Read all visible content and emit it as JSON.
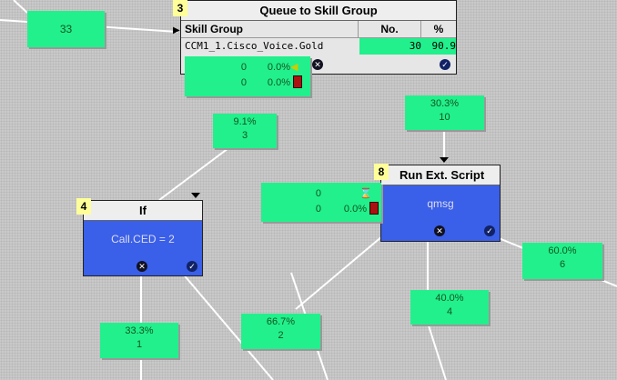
{
  "queue_node": {
    "number": "3",
    "title": "Queue to Skill Group",
    "col_skill": "Skill Group",
    "col_no": "No.",
    "col_pct": "%",
    "row_skill": "CCM1_1.Cisco_Voice.Gold",
    "row_no": "30",
    "row_pct": "90.9",
    "stat1_count": "0",
    "stat1_pct": "0.0%",
    "stat2_count": "0",
    "stat2_pct": "0.0%"
  },
  "if_node": {
    "number": "4",
    "title": "If",
    "expression": "Call.CED = 2"
  },
  "script_node": {
    "number": "8",
    "title": "Run Ext. Script",
    "script": "qmsg",
    "stat1_count": "0",
    "stat2_count": "0",
    "stat2_pct": "0.0%"
  },
  "labels": {
    "top_left": "33",
    "q_pct": "9.1%",
    "q_cnt": "3",
    "s_in_pct": "30.3%",
    "s_in_cnt": "10",
    "s_out1_pct": "60.0%",
    "s_out1_cnt": "6",
    "s_out2_pct": "40.0%",
    "s_out2_cnt": "4",
    "if_t_pct": "33.3%",
    "if_t_cnt": "1",
    "if_f_pct": "66.7%",
    "if_f_cnt": "2"
  },
  "colors": {
    "green": "#22f08c",
    "blue": "#3a5fe8",
    "background": "#c9c9c9"
  }
}
